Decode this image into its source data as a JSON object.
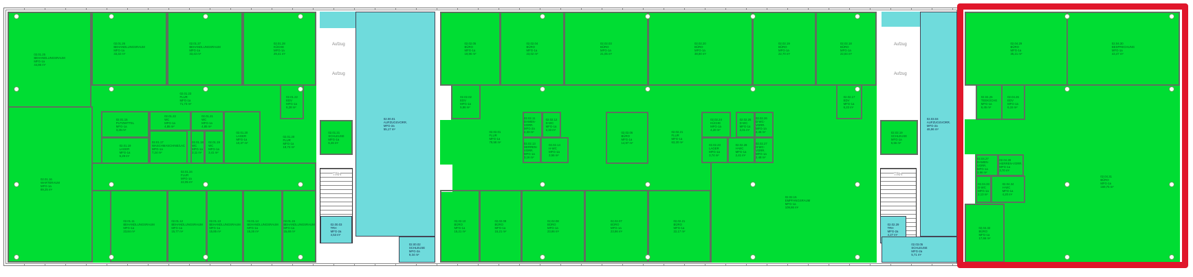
{
  "colors": {
    "office": "#00dd33",
    "circulation": "#6fdbdc",
    "highlight": "#e0162b",
    "wall": "#5f6f5f"
  },
  "cores": {
    "lift": "Aufzug",
    "stair": "TRH"
  },
  "rooms": [
    {
      "label": "02.01.25\nBEHANDLUNGSRAUM\nMFG-1a\n44,86 m²"
    },
    {
      "label": "02.01.26\nBEHANDLUNGSRAUM\nMFG-1a\n33,32 m²"
    },
    {
      "label": "02.01.27\nBEHANDLUNGSRAUM\nMFG-1a\n33,43 m²"
    },
    {
      "label": "02.01.28\nKÜCHE\nMFG-1a\n29,41 m²"
    },
    {
      "label": "02.01.23\nFLUR\nMFG-1a\n71,73 m²"
    },
    {
      "label": "02.01.22\nEDV\nMFG-1a\n6,28 m²"
    },
    {
      "label": "02.01.16\nWARTERAUM\nMFG-1a\n89,25 m²"
    },
    {
      "label": "02.01.15\nPUTZMITTEL\nMFG-1a\n3,26 m²"
    },
    {
      "label": "02.01.19\nLAGER\nMFG-1a\n6,29 m²"
    },
    {
      "label": "02.01.22\nWC\nMFG-1a\n4,85 m²"
    },
    {
      "label": "02.01.21\nWC\nMFG-1a\n4,85 m²"
    },
    {
      "label": "02.01.17\nWASCHMASCHINE/LAC\nMFG-1a\n7,24 m²"
    },
    {
      "label": "02.01.18\nWC\nMFG-1a\n3,11 m²"
    },
    {
      "label": "02.01.19\nWC\nMFG-1a\n3,41 m²"
    },
    {
      "label": "02.01.20\nLAGER\nMFG-1a\n10,37 m²"
    },
    {
      "label": "02.01.20\nFLUR\nMFG-1a\n19,72 m²"
    },
    {
      "label": "02.01.34\nFLUR\nMFG-1a\n22,05 m²"
    },
    {
      "label": "02.01.11\nBEHANDLUNGSRAUM\nMFG-1a\n23,84 m²"
    },
    {
      "label": "02.01.12\nBEHANDLUNGSRAUM\nMFG-1a\n15,77 m²"
    },
    {
      "label": "02.01.13\nBEHANDLUNGSRAUM\nMFG-1a\n15,85 m²"
    },
    {
      "label": "02.01.14\nBEHANDLUNGSRAUM\nMFG-1a\n15,26 m²"
    },
    {
      "label": "02.01.15\nBEHANDLUNGSRAUM\nMFG-1a\n15,48 m²"
    },
    {
      "label": "02.00.01\nAUFZUGSVORR.\nMFG-2a\n55,17 m²"
    },
    {
      "label": "02.01.21\nSCHLEUSE\nMFG-1a\n6,46 m²"
    },
    {
      "label": "02.00.03\nTRH\nMFG-2a\n4,53 m²"
    },
    {
      "label": "02.00.02\nSCHLEUSE\nMFG-2a\n9,34 m²"
    },
    {
      "label": "02.02.05\nBÜRO\nMFG-1a\n19,86 m²"
    },
    {
      "label": "02.02.04\nBÜRO\nMFG-1a\n23,02 m²"
    },
    {
      "label": "02.02.03\nBÜRO\nMFG-1a\n21,05 m²"
    },
    {
      "label": "02.02.20\nBÜRO\nMFG-1a\n38,80 m²"
    },
    {
      "label": "02.02.19\nBÜRO\nMFG-1a\n22,70 m²"
    },
    {
      "label": "02.02.18\nBÜRO\nMFG-1a\n22,84 m²"
    },
    {
      "label": "02.02.02\nEDV\nMFG-1a\n5,86 m²"
    },
    {
      "label": "02.02.01\nFLUR\nMFG-1a\n79,58 m²"
    },
    {
      "label": "02.02.11\nDAMEN-VORR.\nMFG-2a\n2,33 m²"
    },
    {
      "label": "02.02.12\nD-WC\nMFG-1a\n2,33 m²"
    },
    {
      "label": "02.02.13\nHERREN-VORR.\nMFG-1a\n3,16 m²"
    },
    {
      "label": "02.02.14\nH-WC\nMFG-1a\n3,56 m²"
    },
    {
      "label": "02.02.06\nBÜRO\nMFG-1a\n14,97 m²"
    },
    {
      "label": "02.02.21\nFLUR\nMFG-1a\n63,20 m²"
    },
    {
      "label": "02.02.24\nKÜCHE\nMFG-1a\n4,20 m²"
    },
    {
      "label": "02.02.25\nD-WC\nMFG-1a\n2,01 m²"
    },
    {
      "label": "02.02.26\nD-WC-VORR.\nMFG-1a\n2,46 m²"
    },
    {
      "label": "02.02.23\nLAGER\nMFG-1a\n3,74 m²"
    },
    {
      "label": "02.02.28\nH-WC\nMFG-1a\n2,41 m²"
    },
    {
      "label": "02.02.27\nH-WC-VORR.\nMFG-1a\n2,48 m²"
    },
    {
      "label": "02.02.17\nEDV\nMFG-1a\n6,22 m²"
    },
    {
      "label": "02.02.15\nEMPFANGSRAUM\nMFG-1a\n109,86 m²"
    },
    {
      "label": "02.02.10\nBÜRO\nMFG-1a\n15,21 m²"
    },
    {
      "label": "02.02.09\nBÜRO\nMFG-1a\n15,21 m²"
    },
    {
      "label": "02.02.08\nBÜRO\nMFG-1a\n23,86 m²"
    },
    {
      "label": "02.02.07\nBÜRO\nMFG-1a\n23,86 m²"
    },
    {
      "label": "02.02.21\nBÜRO\nMFG-1a\n22,17 m²"
    },
    {
      "label": "02.03.04\nAUFZUGSVORR.\nMFG-2a\n46,96 m²"
    },
    {
      "label": "02.02.19\nSCHLEUSE\nMFG-1a\n6,66 m²"
    },
    {
      "label": "02.02.29\nTRH\nMFG-2a\n4,27 m²"
    },
    {
      "label": "02.03.05\nSCHLEUSE\nMFG-2a\n5,71 m²"
    },
    {
      "label": "02.04.29\nBÜRO\nMFG-1a\n35,21 m²"
    },
    {
      "label": "02.04.30\nBESPRECHUNG\nMFG-1a\n43,47 m²"
    },
    {
      "label": "02.04.25\nTEEKÜCHE\nMFG-1a\n6,45 m²"
    },
    {
      "label": "02.04.26\nEDV\nMFG-1a\n6,15 m²"
    },
    {
      "label": "02.04.27\nDAMEN-VORR.\nMFG-1a\n3,96 m²"
    },
    {
      "label": "02.04.28\nHERREN-VORR.\nMFG-1a\n3,70 m²"
    },
    {
      "label": "02.04.33\nD-WC\nMFG-1a\n2,13 m²"
    },
    {
      "label": "02.04.34\nH-WC\nMFG-1a\n4,20 m²"
    },
    {
      "label": "02.04.32\nBÜRO\nMFG-1a\n17,66 m²"
    },
    {
      "label": "02.04.31\nBÜRO\nMFG-1a\n169,75 m²"
    }
  ]
}
